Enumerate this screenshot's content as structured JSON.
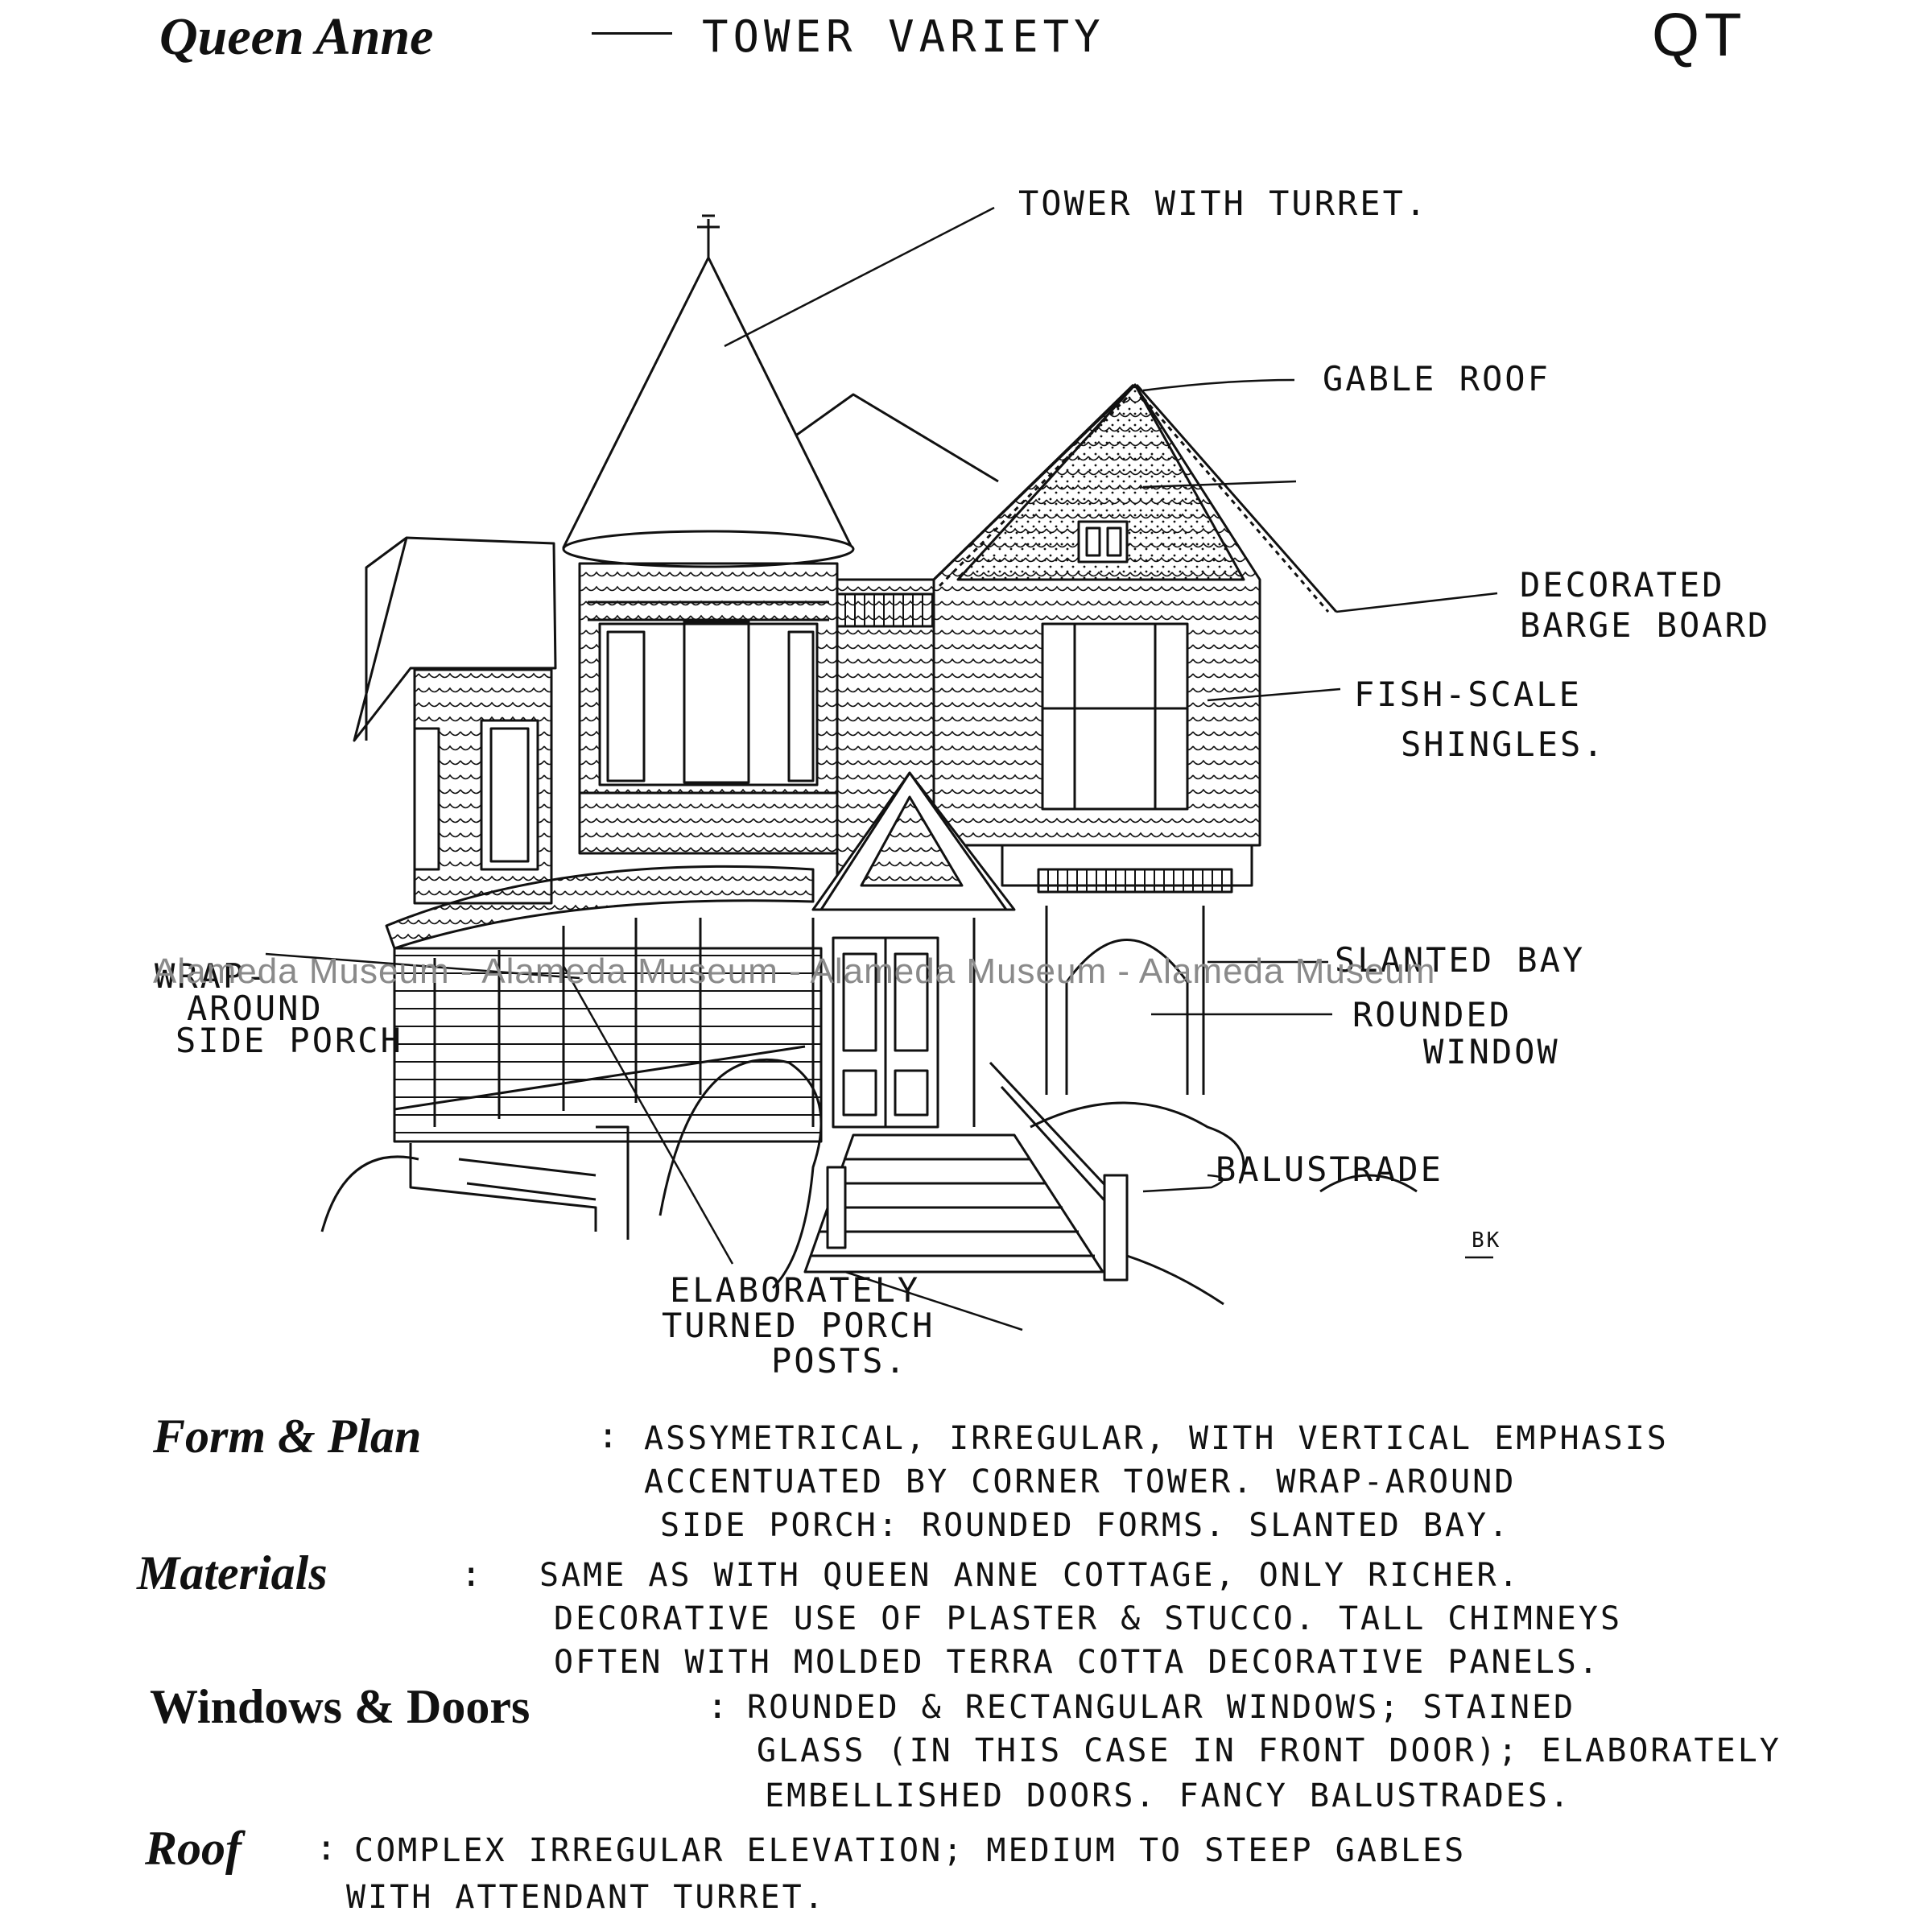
{
  "header": {
    "style_name": "Queen Anne",
    "variety": "TOWER VARIETY",
    "code": "QT"
  },
  "labels": {
    "tower": "TOWER WITH TURRET.",
    "gable_roof": "GABLE ROOF",
    "barge_board": [
      "DECORATED",
      "BARGE BOARD"
    ],
    "fish_scale": [
      "FISH-SCALE",
      "SHINGLES."
    ],
    "wrap_porch": [
      "WRAP-",
      "AROUND",
      "SIDE PORCH"
    ],
    "slanted_bay": "SLANTED BAY",
    "rounded_window": [
      "ROUNDED",
      "WINDOW"
    ],
    "balustrade": "BALUSTRADE",
    "porch_posts": [
      "ELABORATELY",
      "TURNED PORCH",
      "POSTS."
    ],
    "artist": "BK"
  },
  "watermark": "Alameda Museum - Alameda Museum - Alameda Museum - Alameda Museum",
  "sections": [
    {
      "heading": "Form & Plan",
      "separator": ":",
      "lines": [
        "ASSYMETRICAL, IRREGULAR, WITH VERTICAL EMPHASIS",
        "ACCENTUATED BY CORNER TOWER. WRAP-AROUND",
        "SIDE PORCH: ROUNDED FORMS. SLANTED BAY."
      ]
    },
    {
      "heading": "Materials",
      "separator": ":",
      "lines": [
        "SAME AS WITH QUEEN ANNE COTTAGE, ONLY RICHER.",
        "DECORATIVE USE OF PLASTER & STUCCO. TALL CHIMNEYS",
        "OFTEN WITH MOLDED TERRA COTTA DECORATIVE PANELS."
      ]
    },
    {
      "heading": "Windows & Doors",
      "separator": ":",
      "lines": [
        "ROUNDED & RECTANGULAR WINDOWS; STAINED",
        "GLASS (IN THIS CASE IN FRONT DOOR); ELABORATELY",
        "EMBELLISHED DOORS. FANCY BALUSTRADES."
      ]
    },
    {
      "heading": "Roof",
      "separator": ":",
      "lines": [
        "COMPLEX IRREGULAR ELEVATION; MEDIUM TO STEEP GABLES",
        "WITH ATTENDANT TURRET."
      ]
    }
  ]
}
